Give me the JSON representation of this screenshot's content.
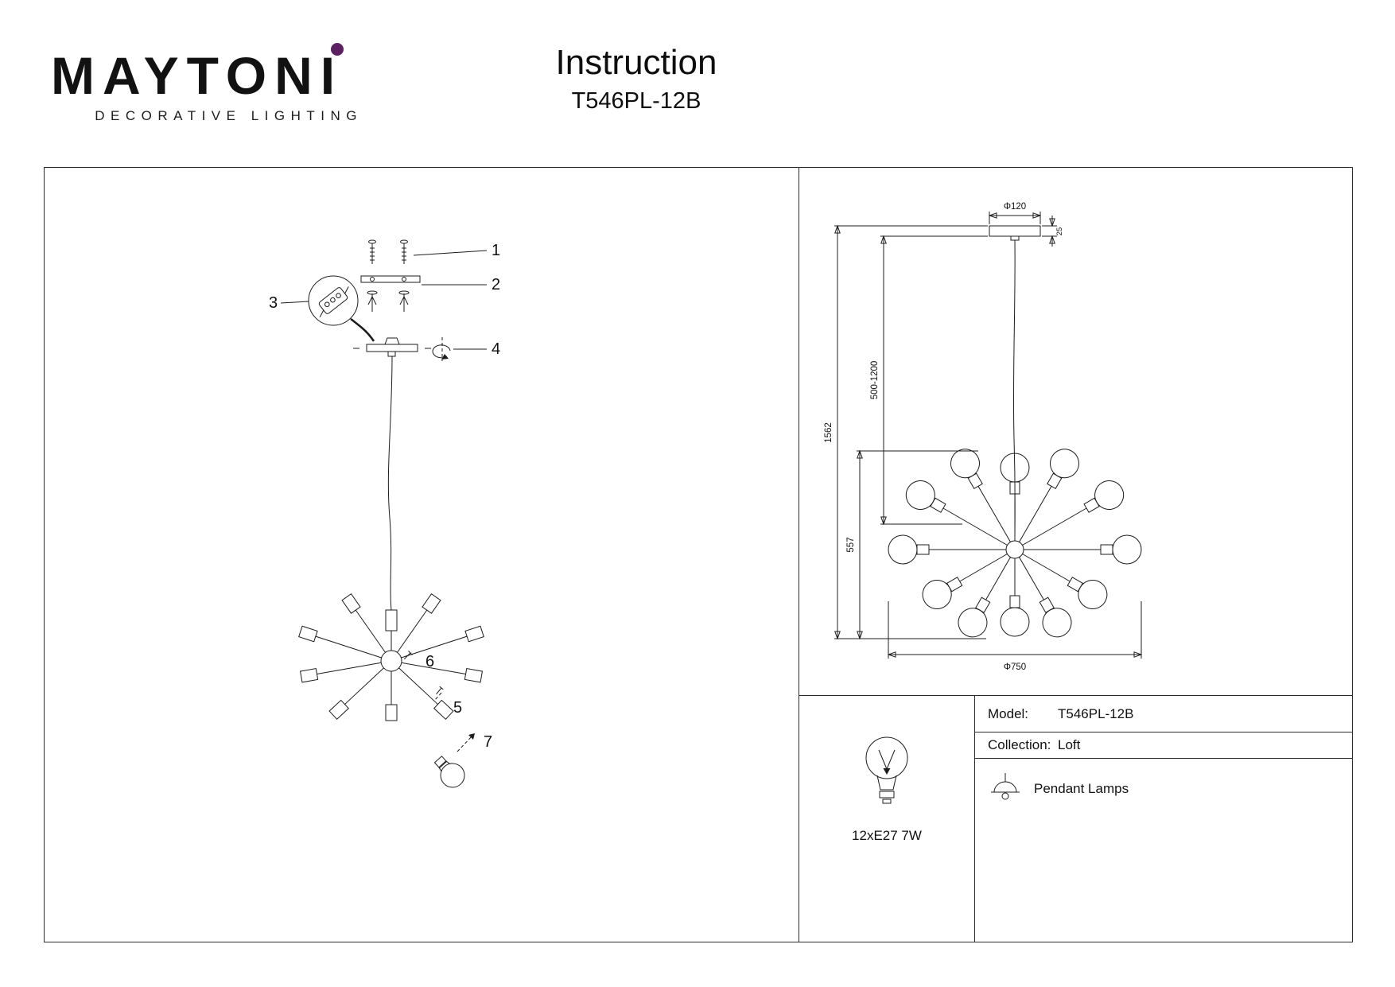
{
  "header": {
    "brand": "MAYTONI",
    "brand_tagline": "DECORATIVE LIGHTING",
    "doc_title": "Instruction",
    "model_code": "T546PL-12B"
  },
  "assembly": {
    "part_labels": [
      "1",
      "2",
      "3",
      "4",
      "5",
      "6",
      "7"
    ]
  },
  "dimension_drawing": {
    "canopy_diameter": "Φ120",
    "canopy_height": "25",
    "suspension_range": "500-1200",
    "total_height": "1562",
    "body_height": "557",
    "body_diameter": "Φ750"
  },
  "spec_panel": {
    "lamp_spec": "12xE27 7W",
    "model_label": "Model:",
    "model_value": "T546PL-12B",
    "collection_label": "Collection:",
    "collection_value": "Loft",
    "category_label": "Pendant Lamps"
  },
  "colors": {
    "accent_purple": "#5b1f62",
    "line": "#1c1c1c"
  }
}
